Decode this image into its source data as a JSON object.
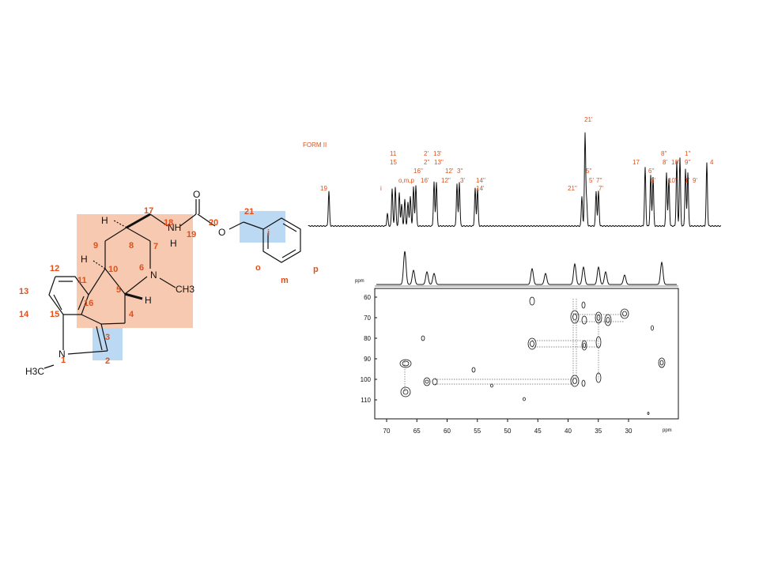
{
  "colors": {
    "label": "#e0501a",
    "highlight_orange": "#f7c9b0",
    "highlight_blue": "#bcd9f3",
    "line": "#111111",
    "dotted": "#666666"
  },
  "molecule": {
    "atom_numbers": [
      "1",
      "2",
      "3",
      "4",
      "5",
      "6",
      "7",
      "8",
      "9",
      "10",
      "11",
      "12",
      "13",
      "14",
      "15",
      "16",
      "17",
      "18",
      "19",
      "20",
      "21"
    ],
    "ring_labels": [
      "i",
      "o",
      "m",
      "p"
    ],
    "atoms": {
      "n1": "N",
      "ch3_1": "H3C",
      "n6": "N",
      "ch3_6": "CH3",
      "h5": "H",
      "h8": "H",
      "h10": "H",
      "nh": "NH",
      "nh_h": "H",
      "o_carbonyl": "O",
      "o_ester": "O"
    }
  },
  "spectrum_1d": {
    "title": "FORM II",
    "peak_labels": [
      "19",
      "i",
      "11",
      "15",
      "o,m,p",
      "16''",
      "16'",
      "2'",
      "13'",
      "2''",
      "13''",
      "12'",
      "3''",
      "12''",
      "3'",
      "14''",
      "14'",
      "21''",
      "21'",
      "5''",
      "5'",
      "7''",
      "7'",
      "17",
      "6''",
      "6'",
      "8''",
      "8'",
      "10'",
      "10''",
      "1''",
      "9''",
      "1'",
      "9'",
      "4"
    ]
  },
  "spectrum_2d": {
    "y_unit": "ppm",
    "x_unit": "ppm",
    "y_ticks": [
      60,
      70,
      80,
      90,
      100,
      110
    ],
    "x_ticks": [
      70,
      65,
      60,
      55,
      50,
      45,
      40,
      35,
      30
    ]
  }
}
